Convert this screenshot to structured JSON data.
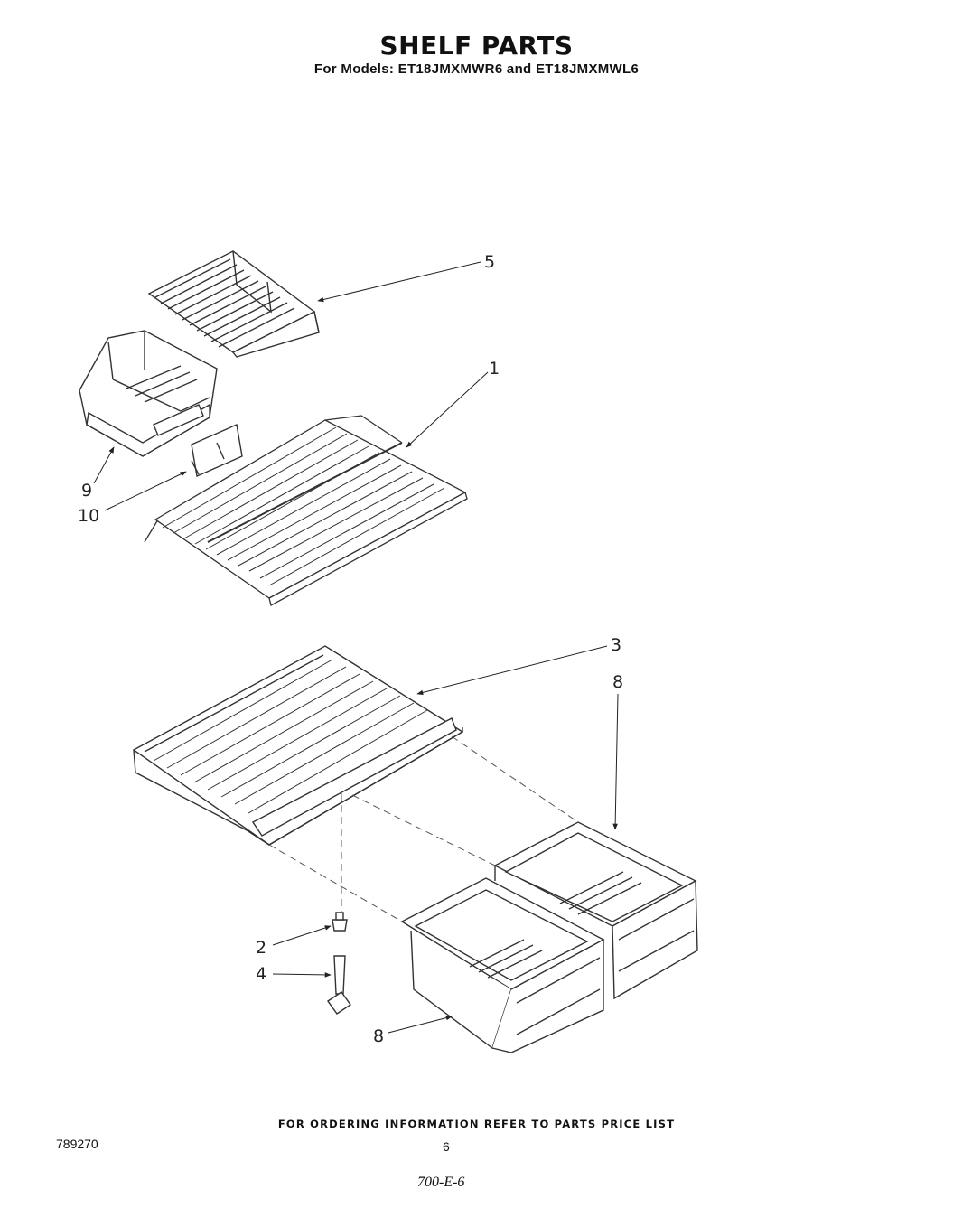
{
  "header": {
    "title": "SHELF PARTS",
    "subtitle": "For Models: ET18JMXMWR6 and ET18JMXMWL6"
  },
  "callouts": {
    "c1": "1",
    "c2": "2",
    "c3": "3",
    "c4": "4",
    "c5": "5",
    "c8a": "8",
    "c8b": "8",
    "c9": "9",
    "c10": "10"
  },
  "footer": {
    "ordering_note": "FOR ORDERING INFORMATION REFER TO PARTS PRICE LIST",
    "doc_number": "789270",
    "page_number": "6",
    "handwritten_note": "700-E-6"
  }
}
